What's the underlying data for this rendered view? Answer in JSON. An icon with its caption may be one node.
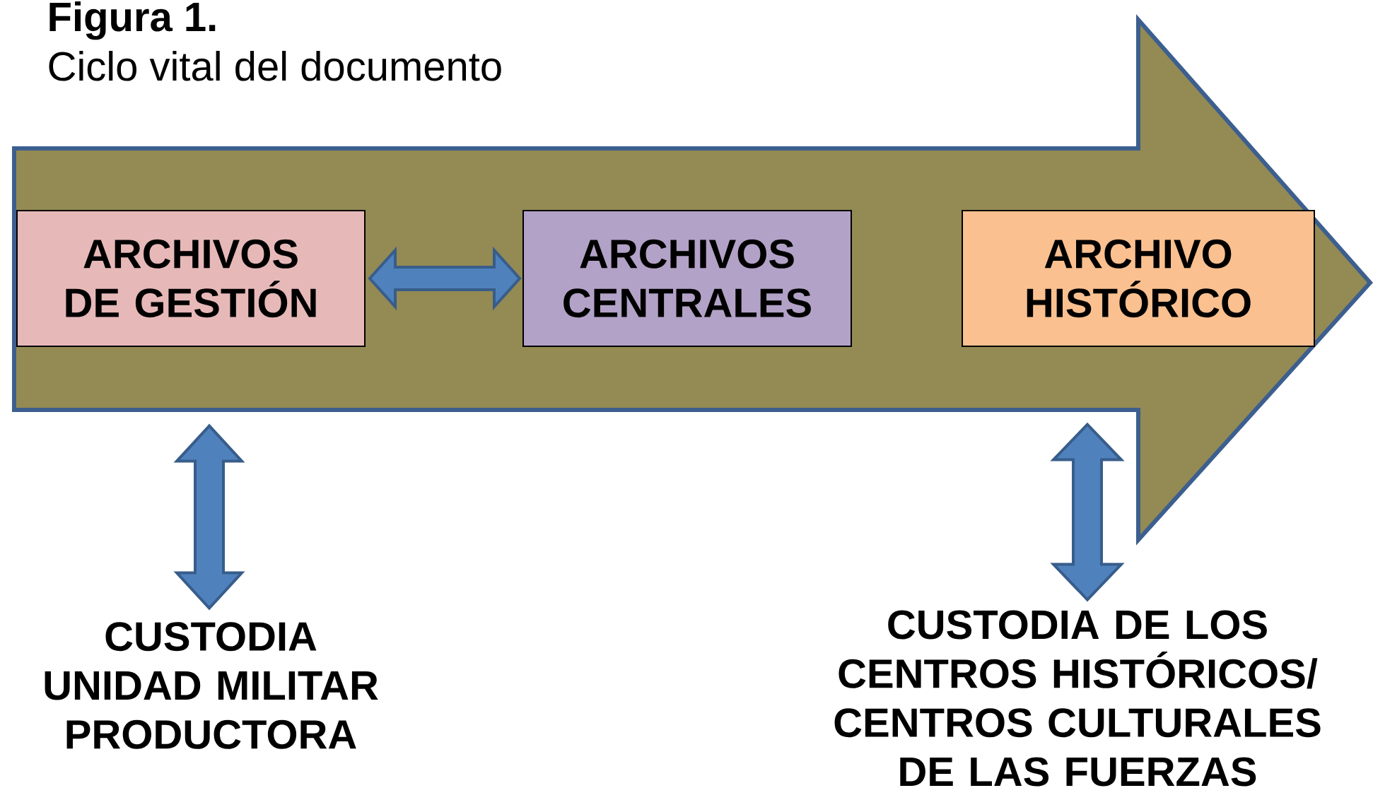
{
  "diagram": {
    "title": "Figura 1.",
    "nodes": [
      {
        "text": [],
        "shape": "arrow"
      },
      {
        "text": [
          "ARCHIVOS DE GESTIÓN"
        ],
        "in": 0
      },
      {
        "text": [
          "ARCHIVOS CENTRALES"
        ],
        "in": 0
      },
      {
        "text": [
          "ARCHIVO HISTÓRICO"
        ],
        "in": 0
      },
      {
        "text": [
          "CUSTODIA UNIDAD MILITAR PRODUCTORA"
        ]
      },
      {
        "text": [
          "CUSTODIA DE LOS CENTROS HISTÓRICOS/ CENTROS CULTURALES DE LAS FUERZAS"
        ]
      }
    ],
    "edges": [
      {
        "from": 1,
        "to": 2,
        "arrow": "both"
      },
      {
        "from": 0,
        "to": 4,
        "arrow": "both"
      },
      {
        "from": 0,
        "to": 5,
        "arrow": "both"
      }
    ],
    "labels": [
      "Ciclo vital del documento"
    ]
  }
}
